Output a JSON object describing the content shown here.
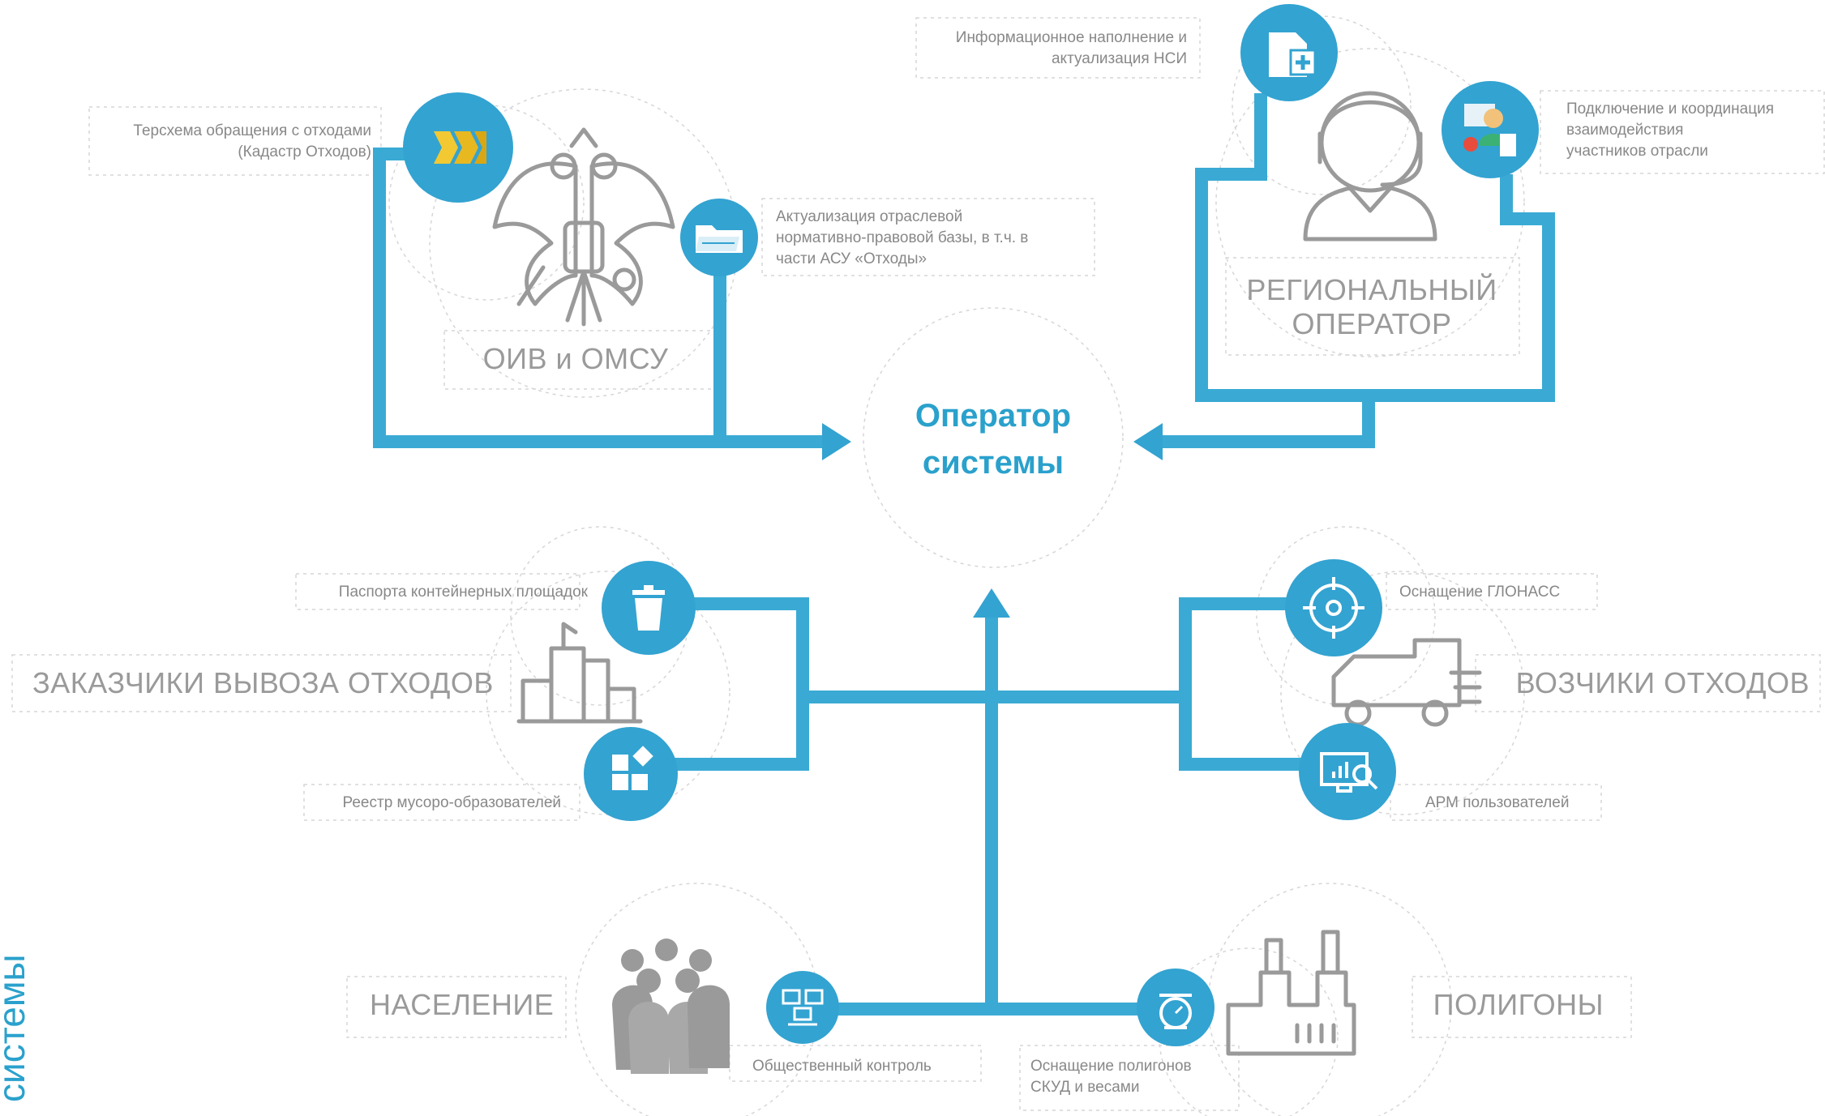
{
  "side_label": "системы",
  "center": {
    "line1": "Оператор",
    "line2": "системы"
  },
  "groups": {
    "oiv": {
      "title": "ОИВ и ОМСУ",
      "items": [
        {
          "line1": "Терсхема обращения с отходами",
          "line2": "(Кадастр Отходов)"
        },
        {
          "line1": "Актуализация отраслевой",
          "line2": "нормативно-правовой базы, в т.ч. в",
          "line3": "части АСУ «Отходы»"
        }
      ]
    },
    "regional": {
      "title_line1": "РЕГИОНАЛЬНЫЙ",
      "title_line2": "ОПЕРАТОР",
      "items": [
        {
          "line1": "Информационное наполнение и",
          "line2": "актуализация НСИ"
        },
        {
          "line1": "Подключение и координация",
          "line2": "взаимодействия",
          "line3": "участников отрасли"
        }
      ]
    },
    "customers": {
      "title": "ЗАКАЗЧИКИ ВЫВОЗА ОТХОДОВ",
      "items": [
        "Паспорта контейнерных площадок",
        "Реестр мусоро-образователей"
      ]
    },
    "carriers": {
      "title": "ВОЗЧИКИ ОТХОДОВ",
      "items": [
        "Оснащение ГЛОНАСС",
        "АРМ пользователей"
      ]
    },
    "population": {
      "title": "НАСЕЛЕНИЕ",
      "items": [
        "Общественный контроль"
      ]
    },
    "landfills": {
      "title": "ПОЛИГОНЫ",
      "items": [
        {
          "line1": "Оснащение полигонов",
          "line2": "СКУД  и весами"
        }
      ]
    }
  },
  "icons": {
    "coat_of_arms": "double-headed-eagle-icon",
    "cadastre": "cadastre-logo-icon",
    "folder": "folder-icon",
    "document_add": "document-add-icon",
    "operator": "headset-operator-icon",
    "coordination": "coordination-icon",
    "trash_bin": "trash-bin-icon",
    "buildings": "buildings-icon",
    "registry": "registry-blocks-icon",
    "target": "target-glonass-icon",
    "truck": "truck-icon",
    "monitor": "monitor-chart-icon",
    "people": "people-group-icon",
    "public_control": "public-control-icon",
    "scales": "scales-icon",
    "factory": "factory-icon"
  },
  "colors": {
    "accent": "#33a3d1",
    "gray_text": "#9a9a9a",
    "dash": "#d6d6d6"
  }
}
